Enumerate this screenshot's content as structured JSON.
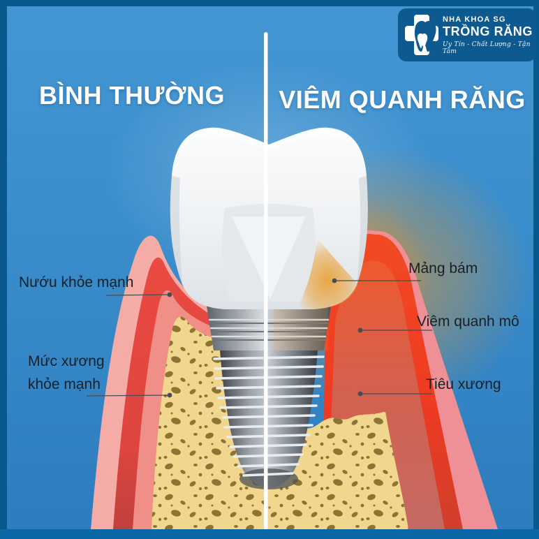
{
  "logo": {
    "name_top": "NHA KHOA SG",
    "name_main": "TRỒNG RĂNG",
    "tagline": "Uy Tín - Chất Lượng - Tận Tâm"
  },
  "panels": {
    "left_title": "BÌNH THƯỜNG",
    "right_title": "VIÊM QUANH RĂNG"
  },
  "annotations": {
    "healthy_gum": "Nướu khỏe mạnh",
    "healthy_bone_line1": "Mức xương",
    "healthy_bone_line2": "khỏe mạnh",
    "plaque": "Mảng bám",
    "tissue_inflammation": "Viêm quanh mô",
    "bone_loss": "Tiêu xương"
  },
  "colors": {
    "background_top": "#4496d3",
    "background_bottom": "#2d7cbe",
    "frame": "#09598f",
    "footer_bar": "#0c67a6",
    "healthy_gum_light": "#f5aba6",
    "healthy_gum_red": "#ea4a41",
    "inflamed_red": "#ee3a22",
    "inflammation_glow": "#f7941d",
    "bone": "#f0d78d",
    "bone_speckle": "#8b7434",
    "label_text": "#182027",
    "logo_blue": "#0d5a91"
  }
}
